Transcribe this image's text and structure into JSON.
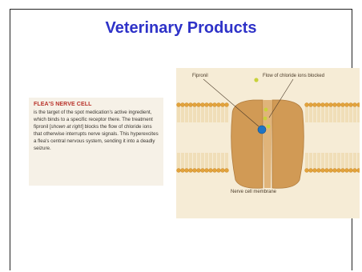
{
  "slide": {
    "title": "Veterinary Products"
  },
  "text_panel": {
    "heading": "FLEA'S NERVE CELL",
    "body_before": "is the target of the spot medication's active ingredient, which binds to a specific receptor there. The treatment fipronil [",
    "body_italic": "shown at right",
    "body_after": "] blocks the flow of chloride ions that otherwise interrupts nerve signals. This hyperexcites a flea's central nervous system, sending it into a deadly seizure."
  },
  "diagram": {
    "label_fipronil": "Fipronil",
    "label_flow": "Flow of chloride ions blocked",
    "label_membrane": "Nerve cell membrane",
    "colors": {
      "background": "#f6ecd6",
      "lipid_head": "#e2a33c",
      "channel": "#d19a55",
      "fipronil": "#1f74c4",
      "chloride_ion": "#c8d23a"
    }
  }
}
